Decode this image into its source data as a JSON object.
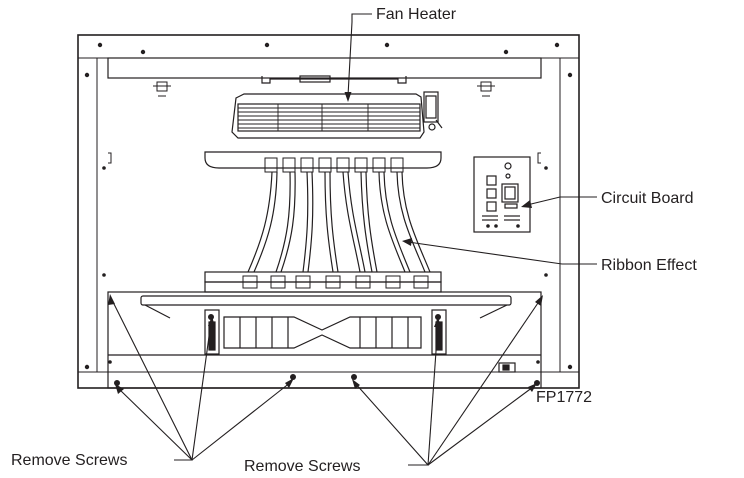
{
  "labels": {
    "fan_heater": "Fan Heater",
    "circuit_board": "Circuit Board",
    "ribbon_effect": "Ribbon Effect",
    "remove_screws_left": "Remove Screws",
    "remove_screws_right": "Remove Screws",
    "figure_id": "FP1772"
  },
  "colors": {
    "line": "#231f20",
    "background": "#ffffff"
  }
}
